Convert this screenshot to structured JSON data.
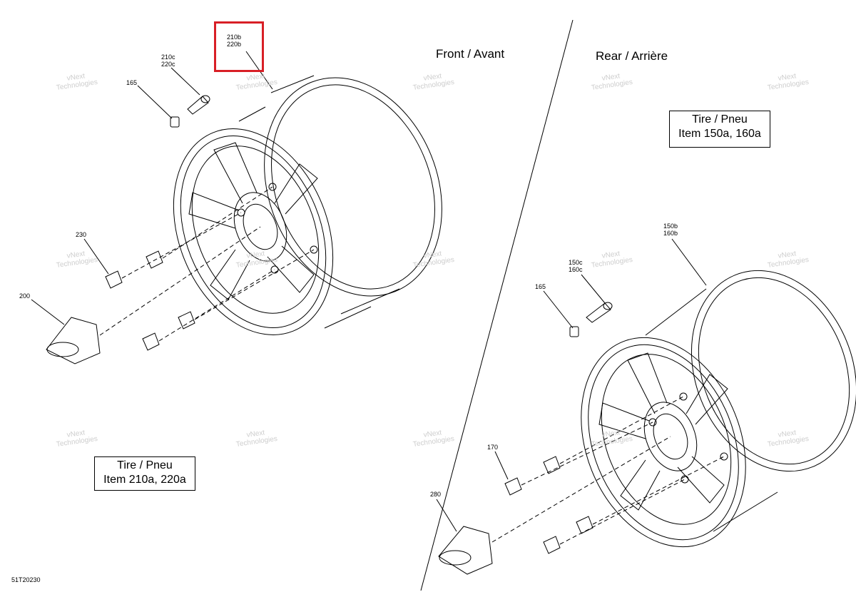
{
  "titles": {
    "front": "Front / Avant",
    "rear": "Rear / Arrière"
  },
  "tire_boxes": {
    "front": {
      "line1": "Tire / Pneu",
      "line2": "Item 210a, 220a"
    },
    "rear": {
      "line1": "Tire / Pneu",
      "line2": "Item 150a, 160a"
    }
  },
  "callouts": {
    "front_rim": {
      "line1": "210b",
      "line2": "220b"
    },
    "front_valve": {
      "line1": "210c",
      "line2": "220c"
    },
    "front_cap": "165",
    "front_nut": "230",
    "front_hub": "200",
    "rear_rim": {
      "line1": "150b",
      "line2": "160b"
    },
    "rear_valve": {
      "line1": "150c",
      "line2": "160c"
    },
    "rear_cap": "165",
    "rear_nut": "170",
    "rear_hub": "280"
  },
  "watermark": {
    "line1": "vNext",
    "line2": "Technologies"
  },
  "reference": "51T20230",
  "colors": {
    "highlight": "#d81f26",
    "line": "#000000",
    "watermark": "#c8c8c8"
  }
}
